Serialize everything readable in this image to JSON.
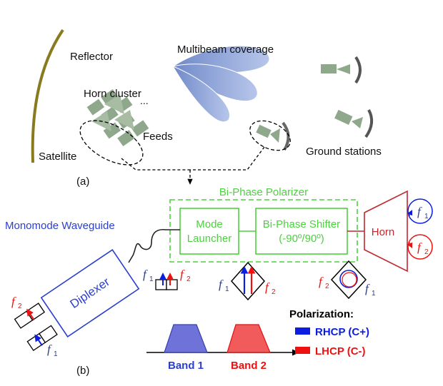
{
  "part_a": {
    "labels": {
      "reflector": "Reflector",
      "multibeam": "Multibeam coverage",
      "horn_cluster": "Horn cluster",
      "feeds": "Feeds",
      "satellite": "Satellite",
      "ground_stations": "Ground stations",
      "panel": "(a)"
    }
  },
  "part_b": {
    "labels": {
      "panel": "(b)",
      "polarizer_title": "Bi-Phase Polarizer",
      "mode_launcher_1": "Mode",
      "mode_launcher_2": "Launcher",
      "shifter_1": "Bi-Phase Shifter",
      "shifter_2": "(-90º/90º)",
      "horn": "Horn",
      "waveguide": "Monomode Waveguide",
      "diplexer": "Diplexer",
      "polarization_title": "Polarization:",
      "rhcp": "RHCP (C+)",
      "lhcp": "LHCP (C-)",
      "band1": "Band 1",
      "band2": "Band 2"
    },
    "symbols": {
      "f": "f",
      "sub1": "1",
      "sub2": "2"
    }
  },
  "colors": {
    "olive": "#8a7a1e",
    "feed_green": "#8fa88c",
    "beam_blue": "#8ea4d6",
    "polarizer_green": "#4cd13f",
    "horn_red": "#c1272d",
    "dark_blue": "#2b3f86",
    "waveguide_blue": "#2a3fcf",
    "rhcp_blue": "#0b1de0",
    "lhcp_red": "#ef1010",
    "band1_fill": "#6f72d8",
    "band2_fill": "#f25b5b"
  }
}
